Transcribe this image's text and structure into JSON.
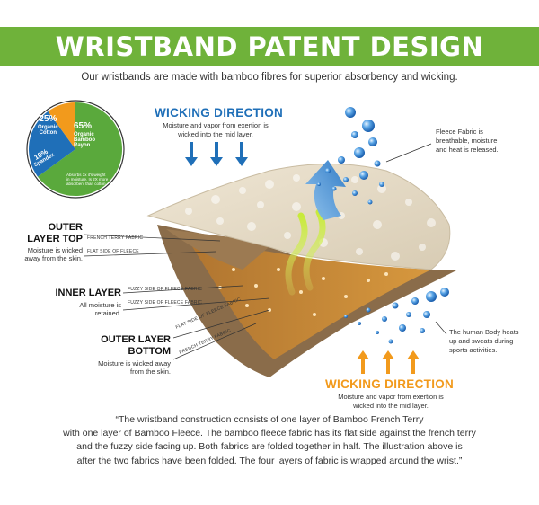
{
  "title": "WRISTBAND PATENT DESIGN",
  "subtitle": "Our wristbands are made with bamboo fibres for superior absorbency and wicking.",
  "pie": {
    "slices": [
      {
        "pct": "65%",
        "name_line1": "Organic",
        "name_line2": "Bamboo",
        "name_line3": "Rayon",
        "value": 65,
        "color": "#5aa93c"
      },
      {
        "pct": "25%",
        "name_line1": "Organic",
        "name_line2": "Cotton",
        "name_line3": "",
        "value": 25,
        "color": "#1f6fb8"
      },
      {
        "pct": "10%",
        "name_line1": "Spandex",
        "name_line2": "",
        "name_line3": "",
        "value": 10,
        "color": "#f29a1c"
      }
    ],
    "note_line1": "Absorbs 3x it's weight",
    "note_line2": "in moisture. Is 2X more",
    "note_line3": "absorbent than cotton"
  },
  "wicking_top": {
    "title": "WICKING DIRECTION",
    "desc_line1": "Moisture and vapor from exertion is",
    "desc_line2": "wicked into the mid layer.",
    "color": "#1f6fb8"
  },
  "wicking_bottom": {
    "title": "WICKING DIRECTION",
    "desc_line1": "Moisture and vapor from exertion is",
    "desc_line2": "wicked into the mid layer.",
    "color": "#f29a1c"
  },
  "outer_top": {
    "title_line1": "OUTER",
    "title_line2": "LAYER TOP",
    "desc_line1": "Moisture is wicked",
    "desc_line2": "away from the skin.",
    "label1": "FRENCH TERRY FABRIC",
    "label2": "FLAT SIDE OF FLEECE"
  },
  "inner_layer": {
    "title": "INNER LAYER",
    "desc_line1": "All moisture is",
    "desc_line2": "retained.",
    "label1": "FUZZY SIDE OF FLEECE FABRIC",
    "label2": "FUZZY SIDE OF FLEECE FABRIC"
  },
  "outer_bottom": {
    "title_line1": "OUTER LAYER",
    "title_line2": "BOTTOM",
    "desc_line1": "Moisture is wicked away",
    "desc_line2": "from the skin.",
    "label1": "FLAT SIDE OF FLEECE FABRIC",
    "label2": "FRENCH TERRY FABRIC"
  },
  "fleece_note": {
    "line1": "Fleece Fabric is",
    "line2": "breathable, moisture",
    "line3": "and heat is released."
  },
  "body_note": {
    "line1": "The human Body heats",
    "line2": "up and sweats during",
    "line3": "sports activities."
  },
  "quote": {
    "line1": "“The wristband construction consists of one layer of Bamboo French Terry",
    "line2": "with one layer of Bamboo Fleece. The bamboo fleece fabric has its flat side against the french terry",
    "line3": "and the fuzzy side facing up. Both fabrics are folded together in half. The illustration above is",
    "line4": "after the two fabrics have been folded. The four layers of fabric is wrapped around the wrist.”"
  }
}
